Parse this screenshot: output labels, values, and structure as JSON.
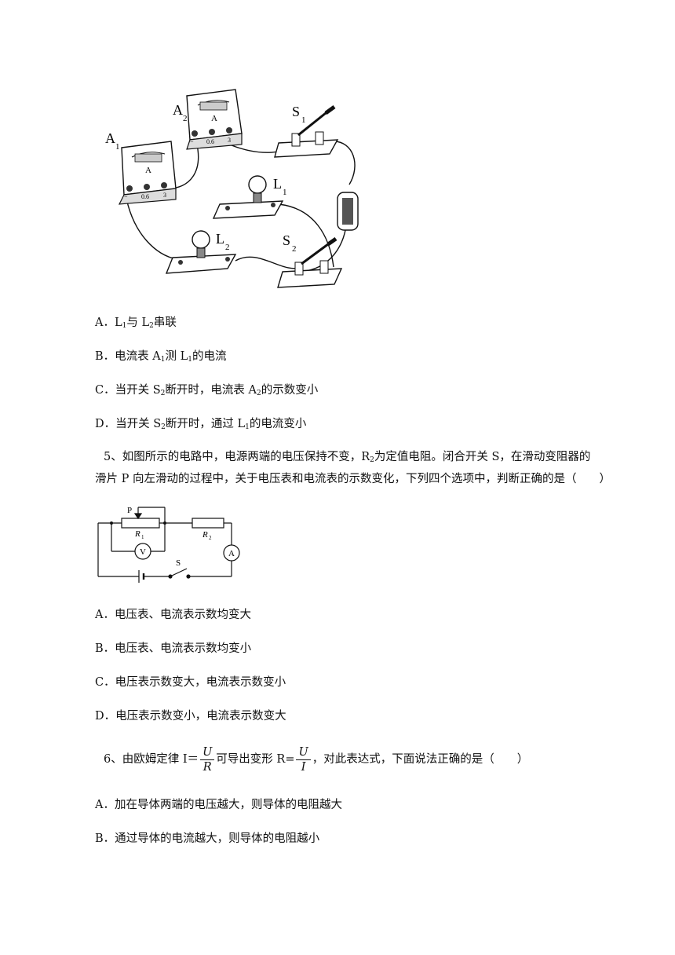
{
  "figure1": {
    "labels": {
      "a1": "A",
      "a1_sub": "1",
      "a2": "A",
      "a2_sub": "2",
      "s1": "S",
      "s1_sub": "1",
      "s2": "S",
      "s2_sub": "2",
      "l1": "L",
      "l1_sub": "1",
      "l2": "L",
      "l2_sub": "2",
      "meter_letter": "A",
      "minus": "−",
      "t06": "0.6",
      "t3": "3"
    }
  },
  "q4_options": {
    "a": {
      "p1": "A．L",
      "s1": "1",
      "p2": "与 L",
      "s2": "2",
      "p3": "串联"
    },
    "b": {
      "p1": "B．电流表 A",
      "s1": "1",
      "p2": "测 L",
      "s2": "1",
      "p3": "的电流"
    },
    "c": {
      "p1": "C．当开关 S",
      "s1": "2",
      "p2": "断开时，电流表 A",
      "s2": "2",
      "p3": "的示数变小"
    },
    "d": {
      "p1": "D．当开关 S",
      "s1": "2",
      "p2": "断开时，通过 L",
      "s2": "1",
      "p3": "的电流变小"
    }
  },
  "q5": {
    "line1_a": "5、如图所示的电路中，电源两端的电压保持不变，R",
    "line1_sub": "2",
    "line1_b": "为定值电阻。闭合开关 S，在滑动变阻器的",
    "line2": "滑片 P 向左滑动的过程中，关于电压表和电流表的示数变化，下列四个选项中，判断正确的是（　　）",
    "figure": {
      "p": "P",
      "r1": "R",
      "r1_sub": "1",
      "r2": "R",
      "r2_sub": "2",
      "v": "V",
      "a": "A",
      "s": "S"
    },
    "options": {
      "a": "A．电压表、电流表示数均变大",
      "b": "B．电压表、电流表示数均变小",
      "c": "C．电压表示数变大，电流表示数变小",
      "d": "D．电压表示数变小，电流表示数变大"
    }
  },
  "q6": {
    "lead": "6、由欧姆定律 I＝",
    "f1_num": "U",
    "f1_den": "R",
    "mid": "可导出变形 R=",
    "f2_num": "U",
    "f2_den": "I",
    "tail": "，对此表达式，下面说法正确的是（　　）",
    "options": {
      "a": "A．加在导体两端的电压越大，则导体的电阻越大",
      "b": "B．通过导体的电流越大，则导体的电阻越小"
    }
  }
}
